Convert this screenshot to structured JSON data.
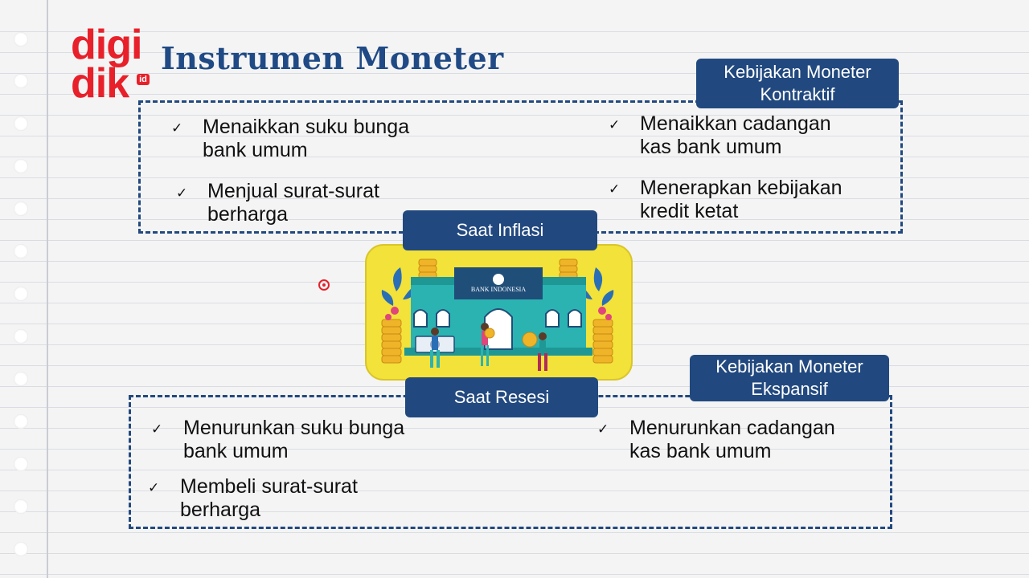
{
  "brand": {
    "line1": "digi",
    "line2": "dik",
    "badge": "id"
  },
  "title": "Instrumen Moneter",
  "inflation": {
    "label": "Saat Inflasi",
    "policy": {
      "line1": "Kebijakan Moneter",
      "line2": "Kontraktif"
    },
    "left_items": [
      {
        "line1": "Menaikkan suku bunga",
        "line2": "bank umum"
      },
      {
        "line1": "Menjual surat-surat",
        "line2": "berharga"
      }
    ],
    "right_items": [
      {
        "line1": "Menaikkan cadangan",
        "line2": "kas bank umum"
      },
      {
        "line1": "Menerapkan kebijakan",
        "line2": "kredit ketat"
      }
    ]
  },
  "recession": {
    "label": "Saat Resesi",
    "policy": {
      "line1": "Kebijakan Moneter",
      "line2": "Ekspansif"
    },
    "left_items": [
      {
        "line1": "Menurunkan suku bunga",
        "line2": "bank umum"
      },
      {
        "line1": "Membeli surat-surat",
        "line2": "berharga"
      }
    ],
    "right_items": [
      {
        "line1": "Menurunkan cadangan",
        "line2": "kas bank umum"
      }
    ]
  },
  "check_glyph": "✓",
  "illustration": {
    "bank_sign": "BANK INDONESIA",
    "icon": "bank-building-icon",
    "colors": {
      "frame": "#f2e23a",
      "building": "#2bb3b1",
      "roof": "#1f4e79",
      "coin": "#f0b429"
    }
  },
  "colors": {
    "accent": "#22497f",
    "brand": "#e8202a"
  }
}
